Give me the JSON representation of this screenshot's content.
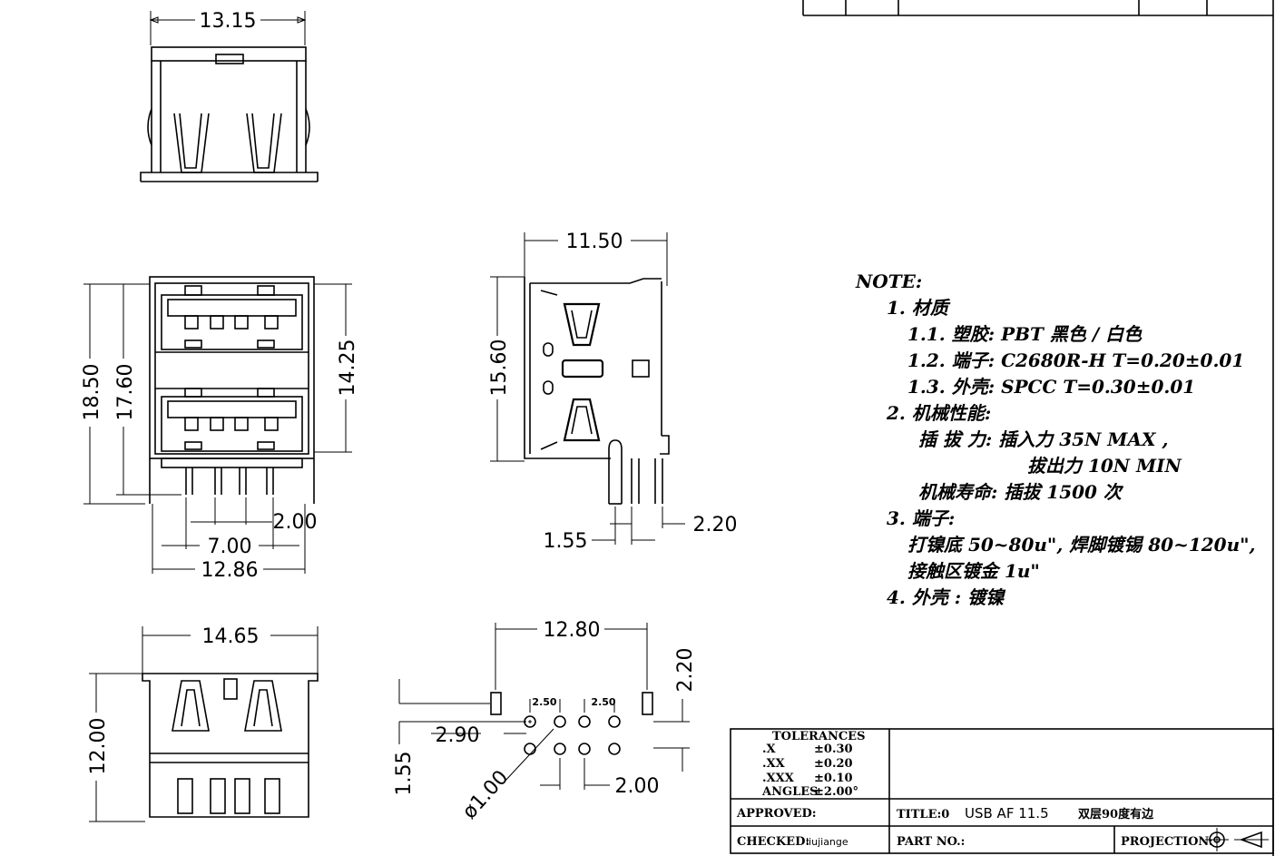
{
  "views": {
    "top": {
      "width_label": "13.15"
    },
    "front": {
      "height_outer": "18.50",
      "height_inner": "17.60",
      "height_right": "14.25",
      "pin_pitch": "2.00",
      "pin_span": "7.00",
      "base_width": "12.86"
    },
    "side": {
      "width_label": "11.50",
      "height_label": "15.60",
      "pin_offset": "1.55",
      "pin_pitch": "2.20"
    },
    "bottom": {
      "width_label": "14.65",
      "height_label": "12.00"
    },
    "footprint": {
      "span": "12.80",
      "vertical": "2.20",
      "offset": "2.90",
      "row_gap": "1.55",
      "hole_dia": "ø1.00",
      "pitch_row": "2.00",
      "pitch_a": "2.50",
      "pitch_b": "2.50"
    }
  },
  "notes": {
    "heading": "NOTE:",
    "lines": [
      "1. 材质",
      "1.1. 塑胶:  PBT 黑色 / 白色",
      "1.2. 端子:  C2680R-H  T=0.20±0.01",
      "1.3. 外壳:  SPCC  T=0.30±0.01",
      "2. 机械性能:",
      "插  拔  力: 插入力  35N MAX ,",
      "拔出力  10N MIN",
      "机械寿命: 插拔 1500 次",
      "3. 端子:",
      "打镍底 50~80u\", 焊脚镀锡 80~120u\",",
      "接触区镀金 1u\"",
      "4. 外壳 : 镀镍"
    ]
  },
  "title_block": {
    "tolerances_heading": "TOLERANCES",
    "tolerances": [
      {
        "key": ".X",
        "value": "±0.30"
      },
      {
        "key": ".XX",
        "value": "±0.20"
      },
      {
        "key": ".XXX",
        "value": "±0.10"
      },
      {
        "key": "ANGLES",
        "value": "±2.00°"
      }
    ],
    "approved_label": "APPROVED:",
    "checked_label": "CHECKED:",
    "checked_value": "liujiange",
    "title_label": "TITLE:0",
    "title_value": "USB  AF  11.5",
    "title_cn": "双层90度有边",
    "part_no_label": "PART NO.:",
    "projection_label": "PROJECTION:"
  }
}
